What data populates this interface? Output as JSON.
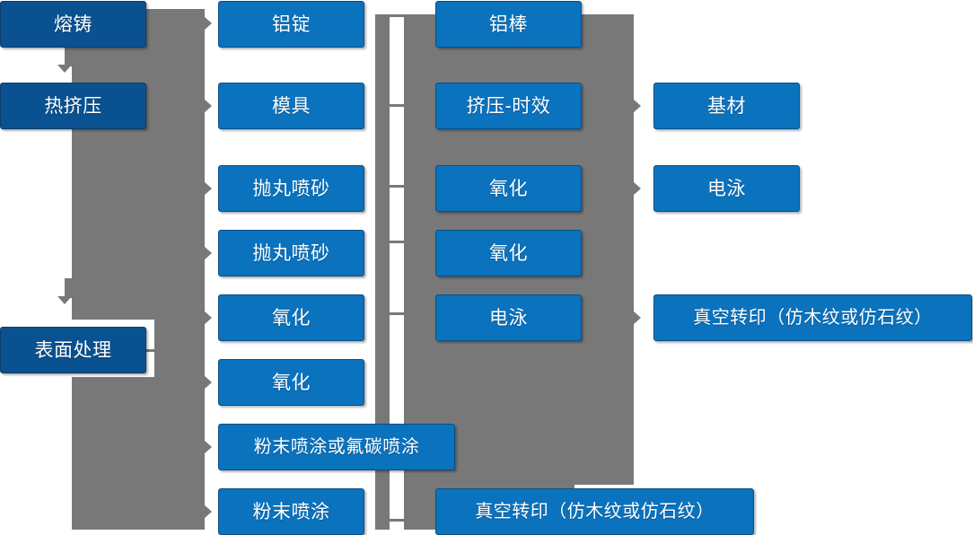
{
  "diagram": {
    "type": "flowchart",
    "title": "",
    "colors": {
      "stage_box": "#0A5191",
      "process_box": "#0B72BE",
      "connector": "#787878",
      "background": "#ffffff",
      "text": "#ffffff"
    },
    "columns": [
      {
        "name": "stages",
        "boxes": [
          {
            "id": "stage-melt-cast",
            "label": "熔铸",
            "style": "dark"
          },
          {
            "id": "stage-hot-extrusion",
            "label": "热挤压",
            "style": "dark"
          },
          {
            "id": "stage-surface-treat",
            "label": "表面处理",
            "style": "dark"
          }
        ]
      },
      {
        "name": "inputs",
        "boxes": [
          {
            "id": "proc-aluminum-ingot",
            "label": "铝锭",
            "style": "bright"
          },
          {
            "id": "proc-mold",
            "label": "模具",
            "style": "bright"
          },
          {
            "id": "proc-shot-blast-1",
            "label": "抛丸喷砂",
            "style": "bright"
          },
          {
            "id": "proc-shot-blast-2",
            "label": "抛丸喷砂",
            "style": "bright"
          },
          {
            "id": "proc-oxidation-1",
            "label": "氧化",
            "style": "bright"
          },
          {
            "id": "proc-oxidation-2",
            "label": "氧化",
            "style": "bright"
          },
          {
            "id": "proc-powder-or-fluoro",
            "label": "粉末喷涂或氟碳喷涂",
            "style": "bright"
          },
          {
            "id": "proc-powder-coating",
            "label": "粉末喷涂",
            "style": "bright"
          }
        ]
      },
      {
        "name": "operations",
        "boxes": [
          {
            "id": "op-aluminum-bar",
            "label": "铝棒",
            "style": "bright"
          },
          {
            "id": "op-extrusion-aging",
            "label": "挤压-时效",
            "style": "bright"
          },
          {
            "id": "op-oxidation-1",
            "label": "氧化",
            "style": "bright"
          },
          {
            "id": "op-oxidation-2",
            "label": "氧化",
            "style": "bright"
          },
          {
            "id": "op-electrophoresis",
            "label": "电泳",
            "style": "bright"
          },
          {
            "id": "op-vacuum-transfer",
            "label": "真空转印（仿木纹或仿石纹）",
            "style": "bright"
          }
        ]
      },
      {
        "name": "outputs",
        "boxes": [
          {
            "id": "out-base-material",
            "label": "基材",
            "style": "bright"
          },
          {
            "id": "out-electrophoresis",
            "label": "电泳",
            "style": "bright"
          },
          {
            "id": "out-vacuum-transfer",
            "label": "真空转印（仿木纹或仿石纹）",
            "style": "bright"
          }
        ]
      }
    ]
  }
}
